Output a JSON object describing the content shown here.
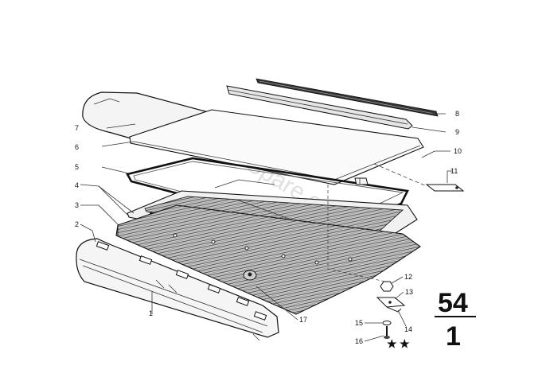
{
  "watermark": "www.BMW-Spare.com",
  "callouts": [
    "1",
    "2",
    "3",
    "4",
    "5",
    "6",
    "7",
    "8",
    "9",
    "10",
    "11",
    "12",
    "13",
    "14",
    "15",
    "16",
    "17"
  ],
  "group": {
    "main": "54",
    "sub": "1"
  }
}
